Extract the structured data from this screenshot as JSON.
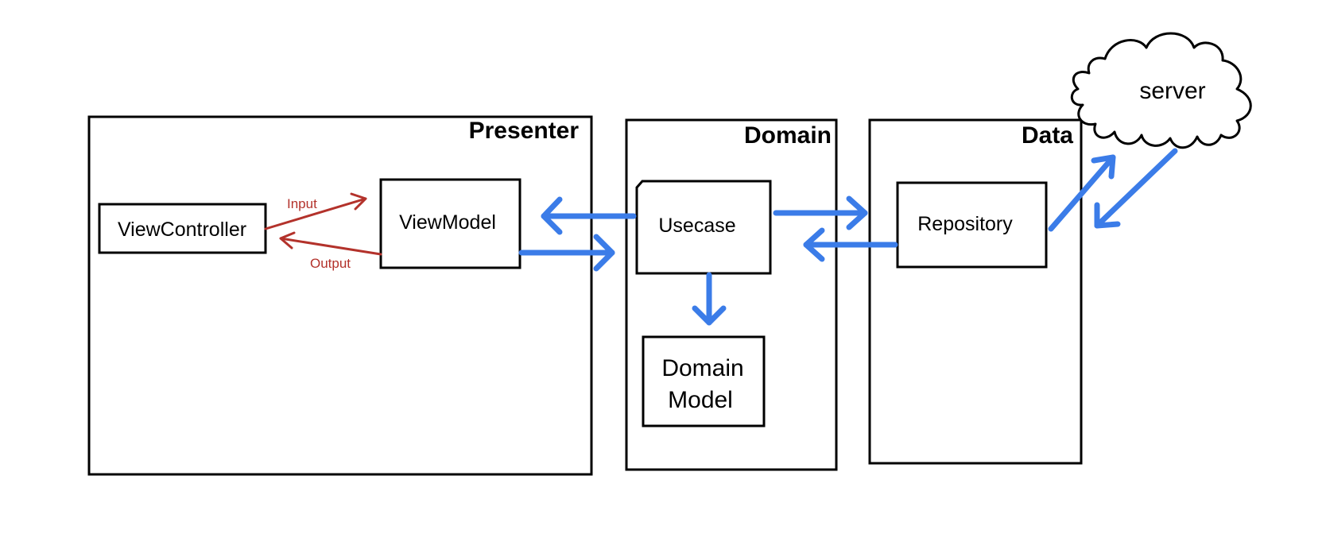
{
  "layers": {
    "presenter": "Presenter",
    "domain": "Domain",
    "data": "Data"
  },
  "nodes": {
    "view_controller": "ViewController",
    "view_model": "ViewModel",
    "usecase": "Usecase",
    "domain_model_line1": "Domain",
    "domain_model_line2": "Model",
    "repository": "Repository",
    "server": "server"
  },
  "edges": {
    "input": "Input",
    "output": "Output"
  },
  "colors": {
    "flow_arrow": "#3b7ce8",
    "io_arrow": "#b3322b"
  }
}
